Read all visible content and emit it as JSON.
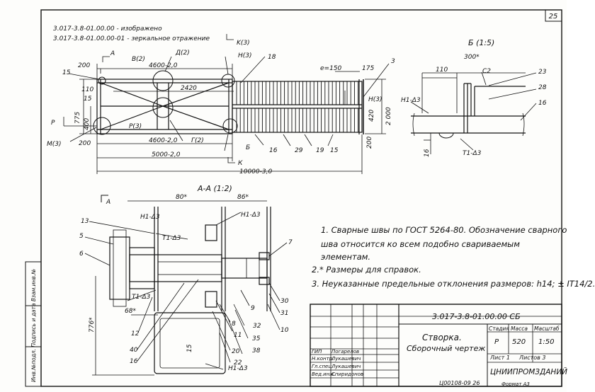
{
  "page_number": "25",
  "header_notes": [
    "3.017-3.8-01.00.00 - изображено",
    "3.017-3.8-01.00.00-01 - зеркальное отражение"
  ],
  "plan_view": {
    "labels": {
      "section_a": "A",
      "view_b": "В(2)",
      "view_d": "Д(2)",
      "view_k": "K(3)",
      "node_n": "Н(3)",
      "node_n_right": "Н(3)",
      "node_m": "М(3)",
      "node_g": "Г(2)",
      "node_p": "Р(3)",
      "p_arrow": "Р",
      "b_marker": "Б",
      "k_marker": "К"
    },
    "dims": {
      "d200_top": "200",
      "d4600_top": "4600-2,0",
      "d2420": "2420",
      "d110": "110",
      "d15_left": "15",
      "d775": "775",
      "d400": "400",
      "d200_bottom": "200",
      "d4600_bottom": "4600-2,0",
      "d5000": "5000-2,0",
      "d10000": "10000-3,0",
      "d_e150": "е=150",
      "d175": "175",
      "d2000": "2 000",
      "d200_right": "200",
      "d420": "420"
    },
    "callouts": {
      "c15": "15",
      "c18": "18",
      "c3": "3",
      "c16": "16",
      "c29": "29",
      "c19": "19",
      "c15b": "15"
    }
  },
  "detail_b": {
    "title": "Б (1:5)",
    "dims": {
      "d300": "300*",
      "d110": "110",
      "c2": "С2",
      "c16v": "16"
    },
    "callouts": {
      "c23": "23",
      "c28": "28",
      "c16": "16"
    },
    "welds": {
      "w1": "Н1-Δ3",
      "w2": "Т1-Δ3"
    }
  },
  "section_aa": {
    "title": "А-А (1:2)",
    "marker": "A",
    "dims": {
      "d80": "80*",
      "d86": "86*",
      "d776": "776*",
      "d68": "68*",
      "d15": "15"
    },
    "welds": {
      "w1": "Н1-Δ3",
      "w2": "Т1-Δ3",
      "w3": "Н1-Δ3",
      "w4": "Т1-Δ3",
      "w5": "Н1-Δ3"
    },
    "callouts": {
      "c13": "13",
      "c5": "5",
      "c6": "6",
      "c7": "7",
      "c9": "9",
      "c8": "8",
      "c11": "11",
      "c12": "12",
      "c40": "40",
      "c16": "16",
      "c20": "20",
      "c22": "22",
      "c30": "30",
      "c31": "31",
      "c35": "35",
      "c38": "38",
      "c10": "10",
      "c32": "32"
    }
  },
  "notes": [
    "1. Сварные швы по ГОСТ 5264-80. Обозначение сварного",
    "шва относится ко всем подобно свариваемым",
    "элементам.",
    "2.* Размеры для справок.",
    "3. Неуказанные предельные отклонения размеров: h14; ± IT14/2."
  ],
  "title_block": {
    "doc_code": "3.017-3.8-01.00.00 СБ",
    "name": "Створка.",
    "doc_type": "Сборочный чертеж",
    "col_headers": [
      "Стадия",
      "Масса",
      "Масштаб"
    ],
    "stage": "Р",
    "mass": "520",
    "scale": "1:50",
    "sheet": "Лист 1",
    "sheets": "Листов 3",
    "organization": "ЦНИИПРОМЗДАНИЙ",
    "roles": [
      "ГИП",
      "Н.контр.",
      "Гл.спец.",
      "Вед.инж."
    ],
    "names": [
      "Погарелов",
      "Лукашевич",
      "Лукашевич",
      "Спиридонов"
    ]
  },
  "side_stamp": "Инв.№подл.  Подпись и дата  Взам.инв.№",
  "bottom_code": "Ц00108-09  26",
  "bottom_format": "Формат А3"
}
